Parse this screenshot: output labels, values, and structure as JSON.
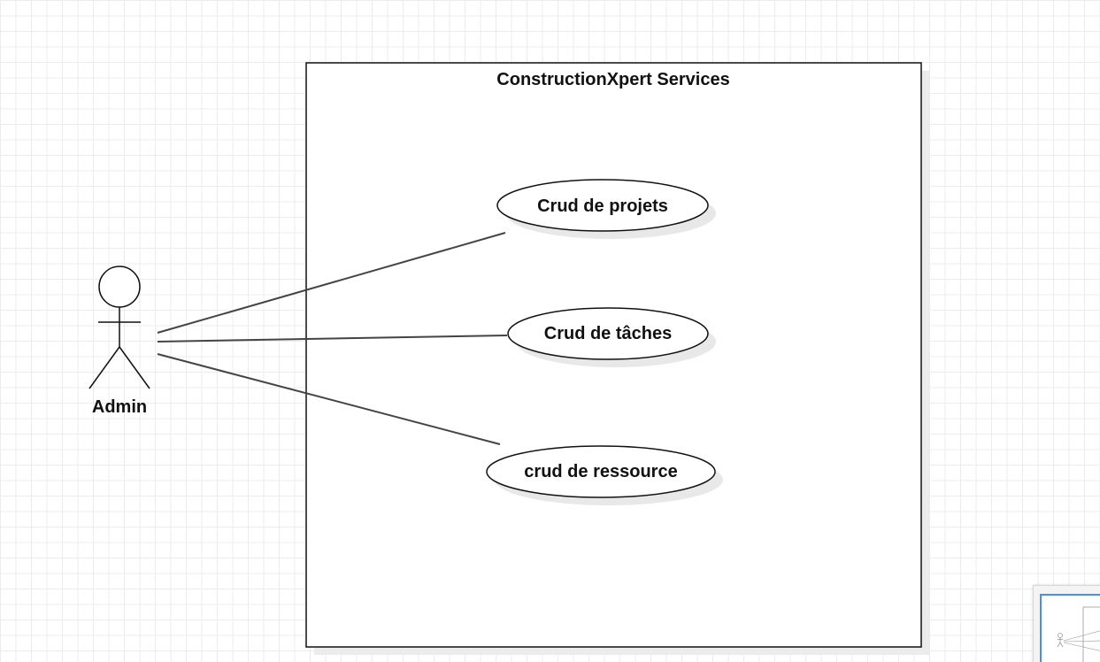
{
  "diagram": {
    "type": "uml-use-case",
    "system_boundary": {
      "title": "ConstructionXpert Services"
    },
    "actor": {
      "name": "Admin"
    },
    "use_cases": [
      {
        "label": "Crud de projets"
      },
      {
        "label": "Crud de tâches"
      },
      {
        "label": "crud de ressource"
      }
    ],
    "associations": [
      {
        "from": "Admin",
        "to": "Crud de projets"
      },
      {
        "from": "Admin",
        "to": "Crud de tâches"
      },
      {
        "from": "Admin",
        "to": "crud de ressource"
      }
    ]
  },
  "colors": {
    "stroke": "#111111",
    "line": "#444444",
    "grid": "#ececec",
    "shadow": "#e6e6e6",
    "minimap_border": "#4a90e2"
  }
}
